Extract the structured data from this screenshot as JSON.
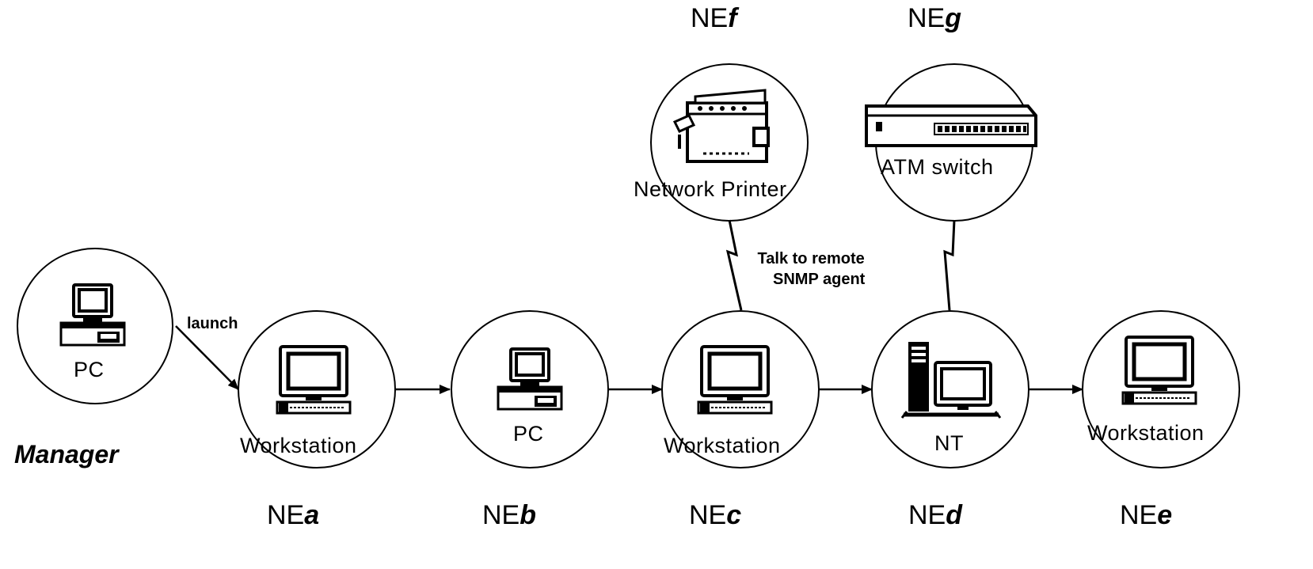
{
  "manager": {
    "label": "Manager",
    "device_label": "PC",
    "device_icon": "pc-icon",
    "launch_label": "launch"
  },
  "nodes": [
    {
      "id": "a",
      "ne_prefix": "NE",
      "ne_letter": "a",
      "device_label": "Workstation",
      "icon": "workstation-icon"
    },
    {
      "id": "b",
      "ne_prefix": "NE",
      "ne_letter": "b",
      "device_label": "PC",
      "icon": "pc-icon"
    },
    {
      "id": "c",
      "ne_prefix": "NE",
      "ne_letter": "c",
      "device_label": "Workstation",
      "icon": "workstation-icon"
    },
    {
      "id": "d",
      "ne_prefix": "NE",
      "ne_letter": "d",
      "device_label": "NT",
      "icon": "nt-server-icon"
    },
    {
      "id": "e",
      "ne_prefix": "NE",
      "ne_letter": "e",
      "device_label": "Workstation",
      "icon": "workstation-icon"
    },
    {
      "id": "f",
      "ne_prefix": "NE",
      "ne_letter": "f",
      "device_label": "Network Printer",
      "icon": "network-printer-icon"
    },
    {
      "id": "g",
      "ne_prefix": "NE",
      "ne_letter": "g",
      "device_label": "ATM switch",
      "icon": "atm-switch-icon"
    }
  ],
  "annotation": {
    "line1": "Talk to remote",
    "line2": "SNMP agent"
  },
  "colors": {
    "stroke": "#000000",
    "background": "#ffffff"
  }
}
